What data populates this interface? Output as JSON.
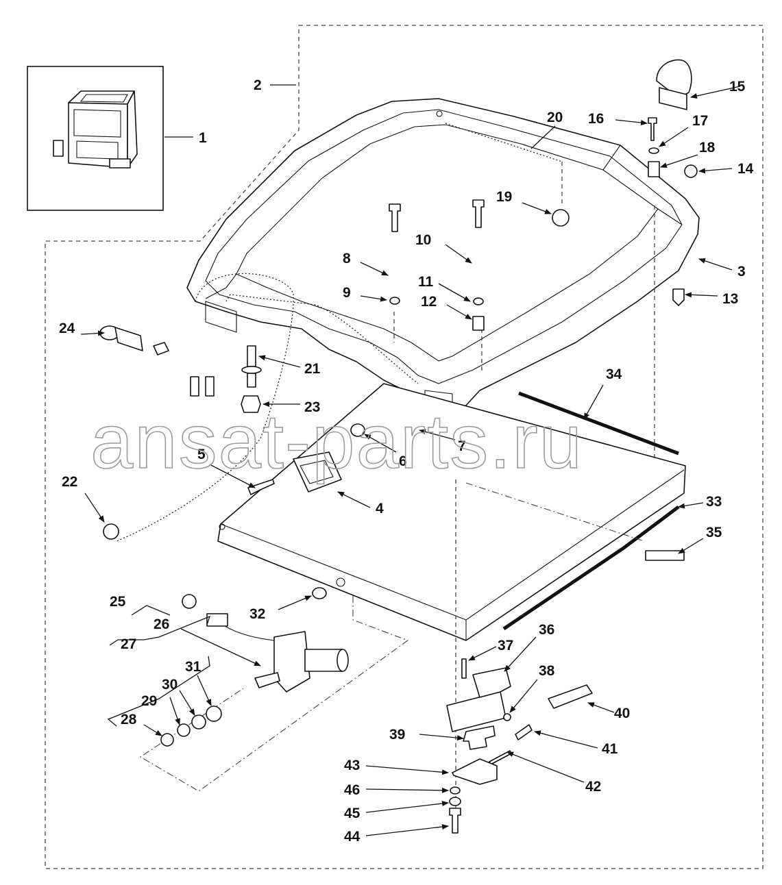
{
  "watermark": "ansat-parts.ru",
  "callouts": [
    "1",
    "2",
    "3",
    "4",
    "5",
    "6",
    "7",
    "8",
    "9",
    "10",
    "11",
    "12",
    "13",
    "14",
    "15",
    "16",
    "17",
    "18",
    "19",
    "20",
    "21",
    "22",
    "23",
    "24",
    "25",
    "26",
    "27",
    "28",
    "29",
    "30",
    "31",
    "32",
    "33",
    "34",
    "35",
    "36",
    "37",
    "38",
    "39",
    "40",
    "41",
    "42",
    "43",
    "44",
    "45",
    "46"
  ]
}
